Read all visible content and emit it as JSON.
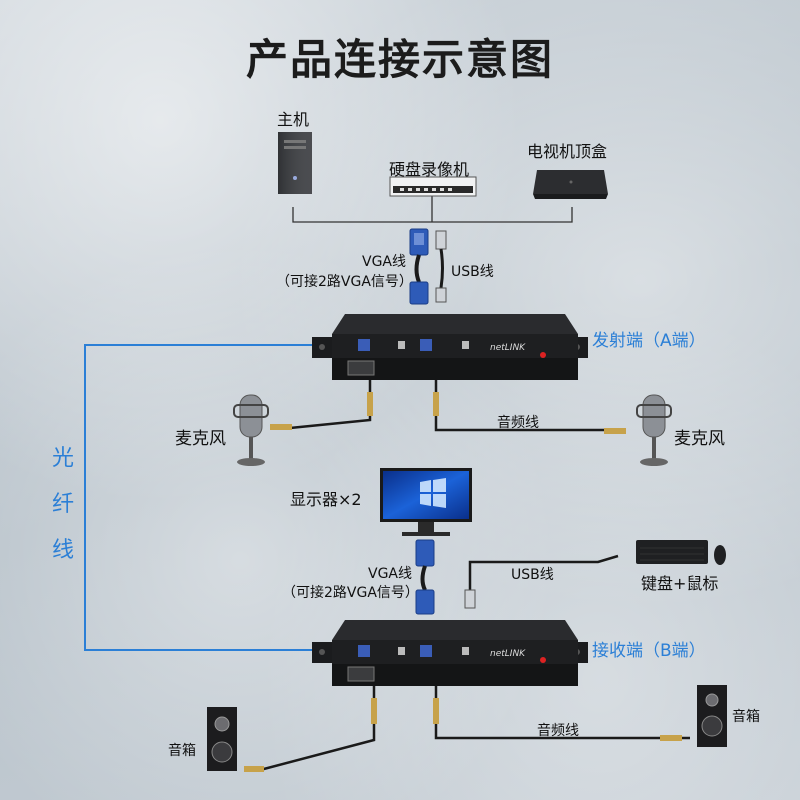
{
  "title": "产品连接示意图",
  "sources": {
    "host": "主机",
    "dvr": "硬盘录像机",
    "stb": "电视机顶盒"
  },
  "cables": {
    "vga_top": "VGA线",
    "vga_top_note": "（可接2路VGA信号）",
    "usb_top": "USB线",
    "audio_top": "音频线",
    "vga_bottom": "VGA线",
    "vga_bottom_note": "（可接2路VGA信号）",
    "usb_bottom": "USB线",
    "audio_bottom": "音频线"
  },
  "transmitter": {
    "label": "发射端（A端）",
    "brand": "netLINK"
  },
  "receiver": {
    "label": "接收端（B端）",
    "brand": "netLINK"
  },
  "mics": {
    "left": "麦克风",
    "right": "麦克风"
  },
  "monitor": "显示器×2",
  "keyboard_mouse": "键盘+鼠标",
  "speakers": {
    "left": "音箱",
    "right": "音箱"
  },
  "fiber": [
    "光",
    "纤",
    "线"
  ],
  "colors": {
    "fiber": "#2b7fd6",
    "device": "#1e1f21",
    "title": "#1c1c1c"
  }
}
